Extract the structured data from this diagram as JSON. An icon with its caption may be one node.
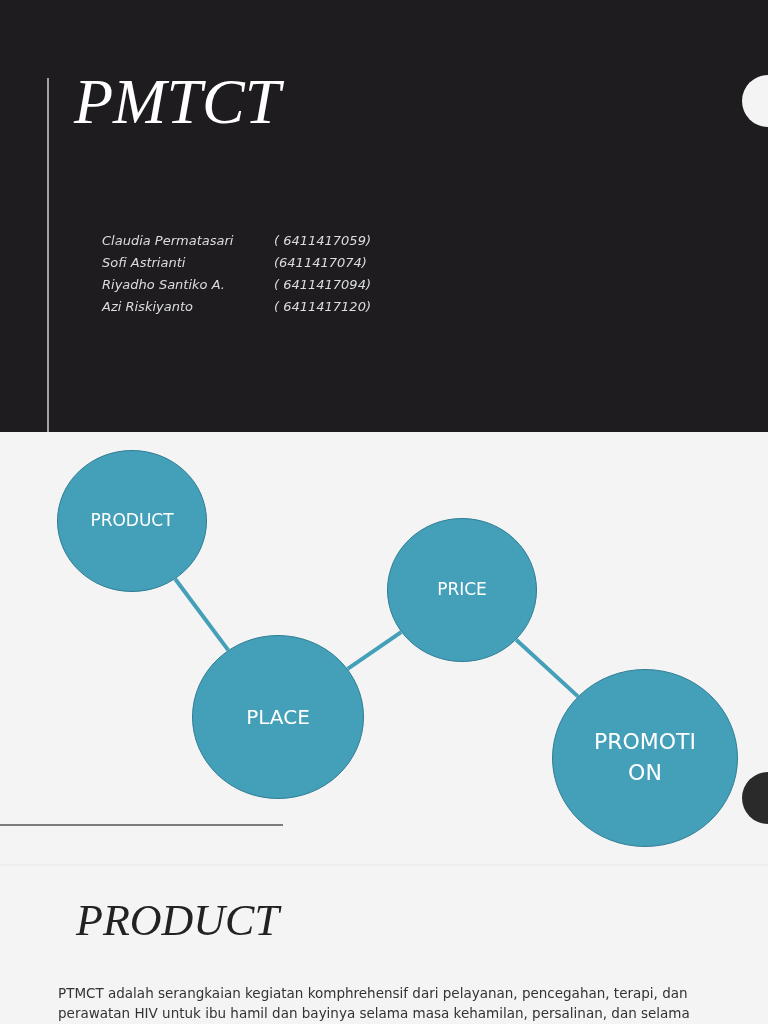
{
  "diagram": {
    "title": "PMTCT",
    "nodes": [
      {
        "text": [
          "PRODUCT"
        ]
      },
      {
        "text": [
          "PLACE"
        ]
      },
      {
        "text": [
          "PRICE"
        ]
      },
      {
        "text": [
          "PROMOTI ON"
        ]
      }
    ],
    "edges": [
      {
        "from": 0,
        "to": 1,
        "arrow": "none"
      },
      {
        "from": 1,
        "to": 2,
        "arrow": "none"
      },
      {
        "from": 2,
        "to": 3,
        "arrow": "none"
      }
    ],
    "labels": [
      "Claudia Permatasari",
      "( 6411417059)",
      "Sofi Astrianti",
      "(6411417074)",
      "Riyadho Santiko A.",
      "( 6411417094)",
      "Azi Riskiyanto",
      "( 6411417120)",
      "PRODUCT",
      "PTMCT adalah serangkaian kegiatan komphrehensif dari pelayanan, pencegahan, terapi, dan perawatan HIV untuk ibu hamil dan bayinya selama masa kehamilan, persalinan, dan selama"
    ]
  }
}
